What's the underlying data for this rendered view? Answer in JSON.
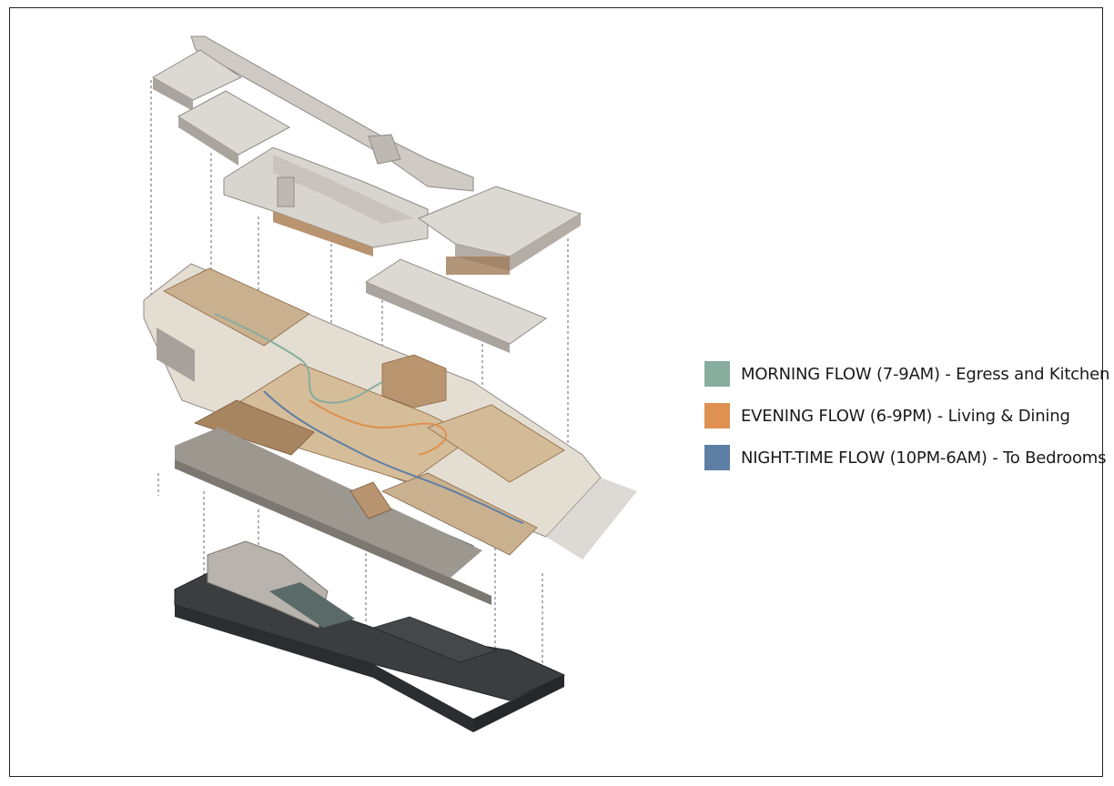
{
  "legend": {
    "items": [
      {
        "label": "MORNING FLOW (7-9AM) - Egress and Kitchen",
        "color": "#86ad9e"
      },
      {
        "label": "EVENING FLOW (6-9PM) - Living & Dining",
        "color": "#de9150"
      },
      {
        "label": "NIGHT-TIME FLOW (10PM-6AM) - To Bedrooms",
        "color": "#5e7fa4"
      }
    ]
  },
  "colors": {
    "concrete_light": "#dcd8d2",
    "concrete_mid": "#bdb8b1",
    "concrete_dark": "#8f8b86",
    "timber": "#c7a27c",
    "timber_dark": "#8e6a48",
    "water": "#5a6a68",
    "base_stone": "#3b3e41",
    "morning": "#86ad9e",
    "evening": "#de9150",
    "night": "#5e7fa4"
  }
}
